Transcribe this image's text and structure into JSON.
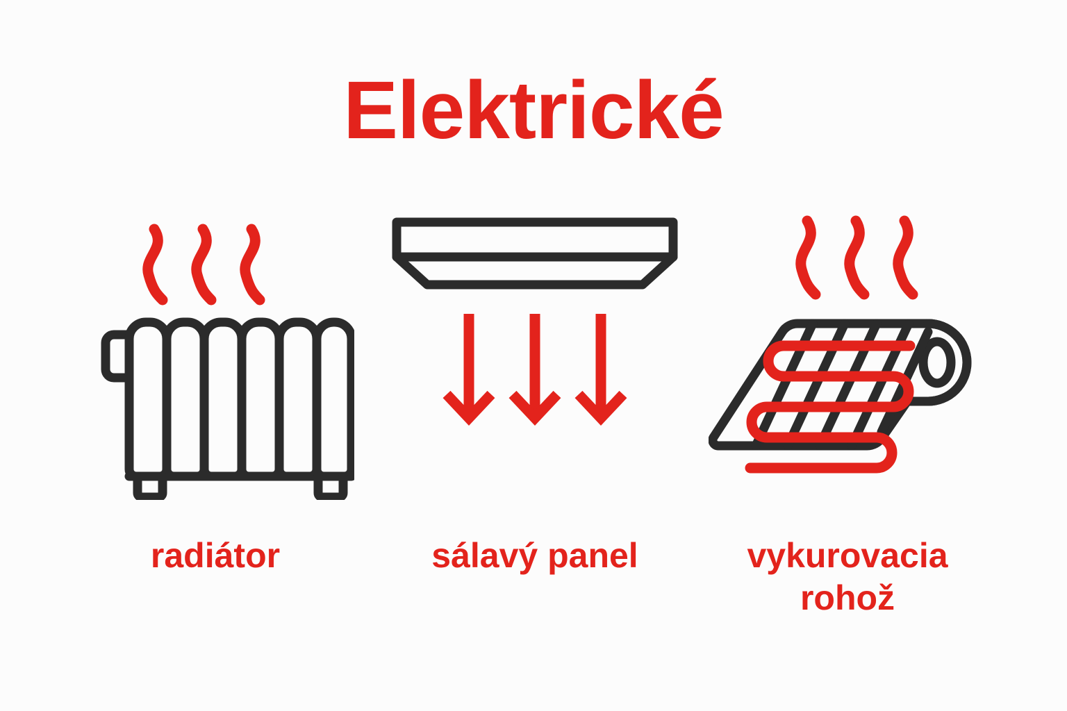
{
  "page": {
    "title": "Elektrické",
    "background_color": "#fcfcfc",
    "accent_color": "#e3231c",
    "stroke_color": "#2b2b2b"
  },
  "items": [
    {
      "key": "radiator",
      "icon": "electric-radiator-icon",
      "label": "radiátor",
      "label_line1": "radiátor",
      "label_line2": "",
      "heat_waves": 3,
      "fins": 6
    },
    {
      "key": "radiant-panel",
      "icon": "radiant-panel-icon",
      "label": "sálavý panel",
      "label_line1": "sálavý panel",
      "label_line2": "",
      "arrows": 3
    },
    {
      "key": "heating-mat",
      "icon": "heating-mat-icon",
      "label": "vykurovacia rohož",
      "label_line1": "vykurovacia",
      "label_line2": "rohož",
      "heat_waves": 3,
      "grid_lines": 5,
      "cable_runs": 5
    }
  ]
}
